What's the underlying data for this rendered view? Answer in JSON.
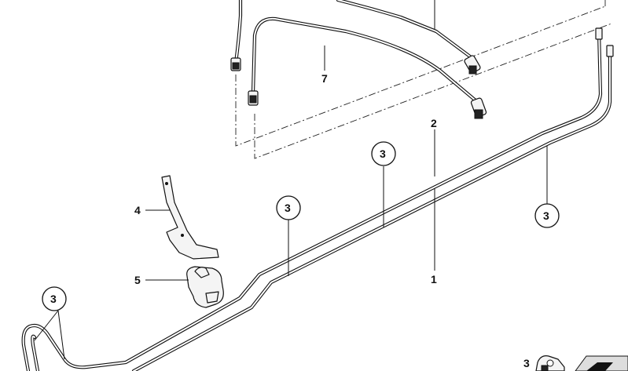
{
  "labels": {
    "pipe_1": "1",
    "pipe_2": "2",
    "clip_3": "3",
    "bracket_4": "4",
    "holder_5": "5",
    "line_7": "7"
  },
  "callouts": {
    "c1": "3",
    "c2": "3",
    "c3": "3",
    "c4": "3"
  },
  "inset": {
    "label": "3"
  }
}
